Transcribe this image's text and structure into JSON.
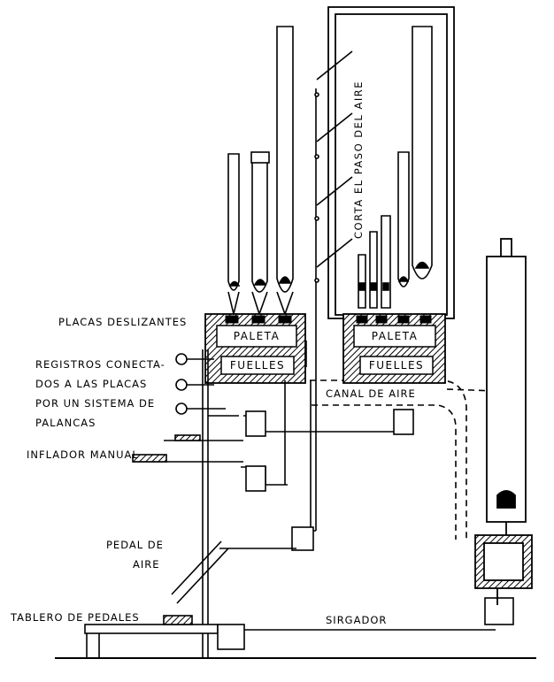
{
  "labels": {
    "placas_deslizantes": "PLACAS DESLIZANTES",
    "registros": [
      "REGISTROS CONECTA-",
      "DOS A LAS PLACAS",
      "POR UN SISTEMA DE",
      "PALANCAS"
    ],
    "inflador_manual": "INFLADOR MANUAL",
    "pedal_de_aire": [
      "PEDAL DE",
      "AIRE"
    ],
    "tablero_de_pedales": "TABLERO DE PEDALES",
    "sirgador": "SIRGADOR",
    "canal_de_aire": "CANAL DE AIRE",
    "corta_el_paso": "CORTA EL PASO DEL AIRE",
    "paleta_left": "PALETA",
    "fuelles_left": "FUELLES",
    "paleta_right": "PALETA",
    "fuelles_right": "FUELLES"
  }
}
